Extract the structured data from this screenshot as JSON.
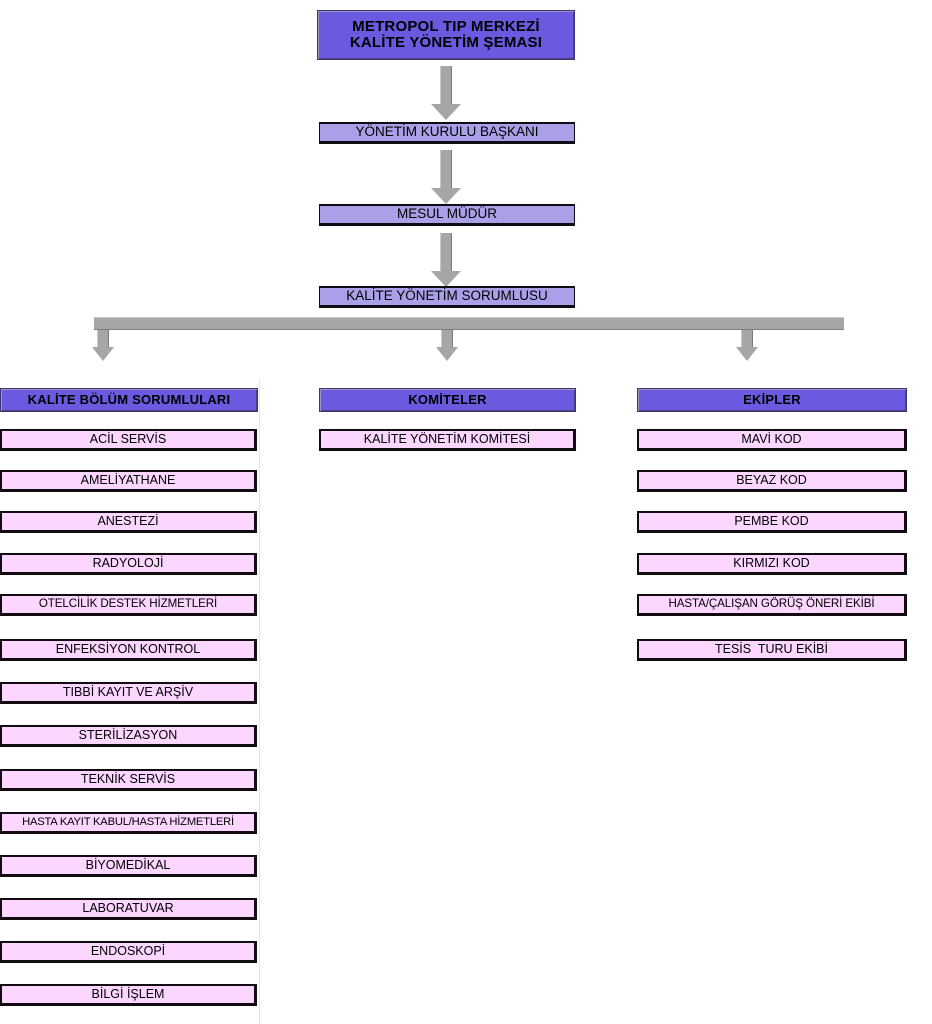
{
  "diagram": {
    "title_box": {
      "line1": "METROPOL TIP MERKEZİ",
      "line2": "KALİTE YÖNETİM ŞEMASI"
    },
    "levels": [
      {
        "label": "YÖNETİM KURULU BAŞKANI"
      },
      {
        "label": "MESUL MÜDÜR"
      },
      {
        "label": "KALİTE YÖNETİM SORUMLUSU"
      }
    ],
    "columns": [
      {
        "header": "KALİTE BÖLÜM SORUMLULARI",
        "items": [
          "ACİL SERVİS",
          "AMELİYATHANE",
          "ANESTEZİ",
          "RADYOLOJİ",
          "OTELCİLİK DESTEK HİZMETLERİ",
          "ENFEKSİYON KONTROL",
          "TIBBİ KAYIT VE ARŞİV",
          "STERİLİZASYON",
          "TEKNİK SERVİS",
          "HASTA KAYIT KABUL/HASTA HİZMETLERİ",
          "BİYOMEDİKAL",
          "LABORATUVAR",
          "ENDOSKOPİ",
          "BİLGİ İŞLEM"
        ]
      },
      {
        "header": "KOMİTELER",
        "items": [
          "KALİTE YÖNETİM KOMİTESİ"
        ]
      },
      {
        "header": "EKİPLER",
        "items": [
          "MAVİ KOD",
          "BEYAZ KOD",
          "PEMBE KOD",
          "KIRMIZI KOD",
          "HASTA/ÇALIŞAN GÖRÜŞ ÖNERİ EKİBİ",
          "TESİS  TURU EKİBİ"
        ]
      }
    ],
    "colors": {
      "header_purple": "#6a5ae0",
      "level_purple": "#a9a0e8",
      "leaf_pink": "#fbd6ff",
      "connector_gray": "#a6a6a6",
      "outline": "#120c12",
      "background": "#ffffff"
    }
  }
}
